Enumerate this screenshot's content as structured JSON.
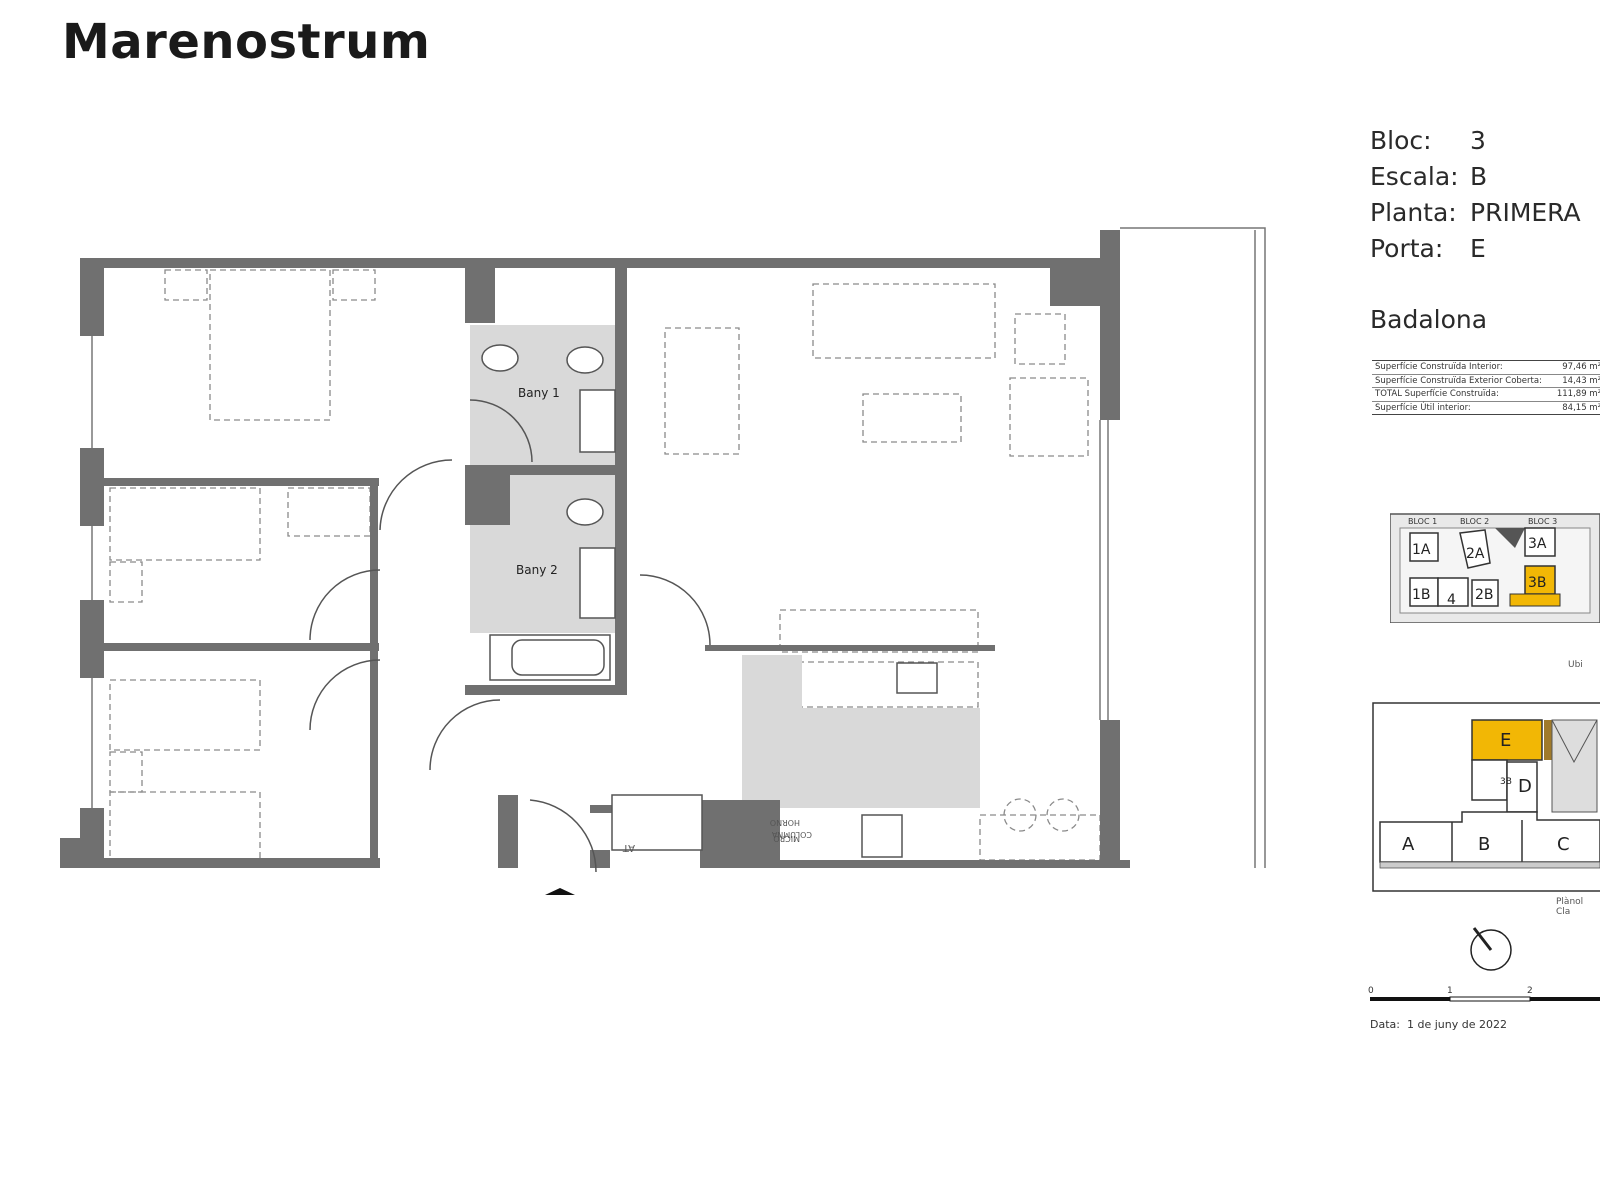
{
  "header": {
    "title": "Marenostrum"
  },
  "unit_info": [
    {
      "key": "Bloc:",
      "value": "3"
    },
    {
      "key": "Escala:",
      "value": "B"
    },
    {
      "key": "Planta:",
      "value": "PRIMERA"
    },
    {
      "key": "Porta:",
      "value": "E"
    }
  ],
  "city": "Badalona",
  "areas": [
    {
      "label": "Superfície Construïda Interior:",
      "value": "97,46 m²"
    },
    {
      "label": "Superfície Construïda Exterior Coberta:",
      "value": "14,43 m²"
    },
    {
      "label": "TOTAL Superfície Construïda:",
      "value": "111,89 m²"
    },
    {
      "label": "Superfície Útil interior:",
      "value": "84,15 m²"
    }
  ],
  "rooms": {
    "bath1": "Bany 1",
    "bath2": "Bany 2",
    "oven": "HORNO",
    "column": "COLUMNA",
    "micro": "MICRO",
    "at": "AT"
  },
  "location_plan": {
    "blocks": [
      "BLOC 1",
      "BLOC 2",
      "BLOC 3"
    ],
    "units": [
      "1A",
      "2A",
      "3A",
      "1B",
      "4",
      "2B",
      "3B"
    ],
    "highlight_color": "#f2b705",
    "caption": "Ubi"
  },
  "key_plan": {
    "units": [
      "E",
      "D",
      "A",
      "B",
      "C"
    ],
    "stair": "3B",
    "caption": "Plànol Cla"
  },
  "scale_bar": {
    "ticks": [
      "0",
      "1",
      "2"
    ]
  },
  "date": {
    "label": "Data:",
    "value": "1 de juny de 2022"
  },
  "colors": {
    "wall": "#6f6f6f",
    "wet_room": "#d9d9d9",
    "highlight": "#f2b705"
  }
}
